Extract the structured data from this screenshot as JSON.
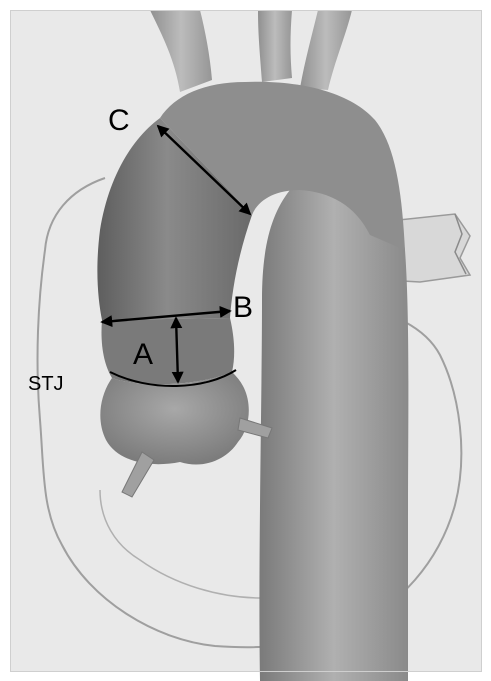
{
  "labels": {
    "c": "C",
    "b": "B",
    "a": "A",
    "stj": "STJ"
  },
  "colors": {
    "background": "#ffffff",
    "panel": "#e9e9e9",
    "aorta_dark": "#6b6b6b",
    "aorta_mid": "#8c8c8c",
    "aorta_light": "#b4b4b4",
    "heart_outline": "#9a9a9a",
    "arrow": "#000000"
  }
}
